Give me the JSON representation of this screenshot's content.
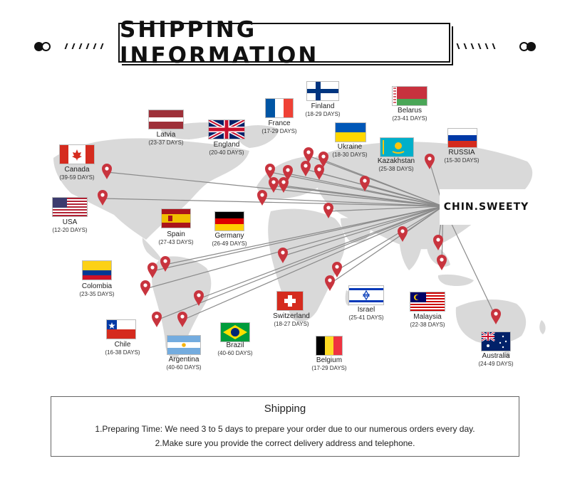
{
  "header": {
    "title": "SHIPPING INFORMATION"
  },
  "brand": "CHIN.SWEETY",
  "countries": [
    {
      "name": "Canada",
      "days": "(39-59 DAYS)"
    },
    {
      "name": "USA",
      "days": "(12-20 DAYS)"
    },
    {
      "name": "Latvia",
      "days": "(23-37 DAYS)"
    },
    {
      "name": "England",
      "days": "(20-40 DAYS)"
    },
    {
      "name": "France",
      "days": "(17-29 DAYS)"
    },
    {
      "name": "Finland",
      "days": "(18-29 DAYS)"
    },
    {
      "name": "Ukraine",
      "days": "(18-30 DAYS)"
    },
    {
      "name": "Belarus",
      "days": "(23-41 DAYS)"
    },
    {
      "name": "Kazakhstan",
      "days": "(25-38 DAYS)"
    },
    {
      "name": "RUSSIA",
      "days": "(15-30 DAYS)"
    },
    {
      "name": "Spain",
      "days": "(27-43 DAYS)"
    },
    {
      "name": "Germany",
      "days": "(26-49 DAYS)"
    },
    {
      "name": "Colombia",
      "days": "(23-35 DAYS)"
    },
    {
      "name": "Chile",
      "days": "(16-38 DAYS)"
    },
    {
      "name": "Argentina",
      "days": "(40-60 DAYS)"
    },
    {
      "name": "Brazil",
      "days": "(40-60 DAYS)"
    },
    {
      "name": "Switzerland",
      "days": "(18-27 DAYS)"
    },
    {
      "name": "Belgium",
      "days": "(17-29 DAYS)"
    },
    {
      "name": "Israel",
      "days": "(25-41 DAYS)"
    },
    {
      "name": "Malaysia",
      "days": "(22-38 DAYS)"
    },
    {
      "name": "Australia",
      "days": "(24-49 DAYS)"
    }
  ],
  "shipping": {
    "title": "Shipping",
    "line1": "1.Preparing Time: We need 3 to 5 days to prepare your order due to our numerous orders every day.",
    "line2": "2.Make sure you provide the correct delivery address and telephone."
  },
  "colors": {
    "pin": "#c8343e",
    "land": "#d6d6d6",
    "line": "#8a8a8a"
  }
}
